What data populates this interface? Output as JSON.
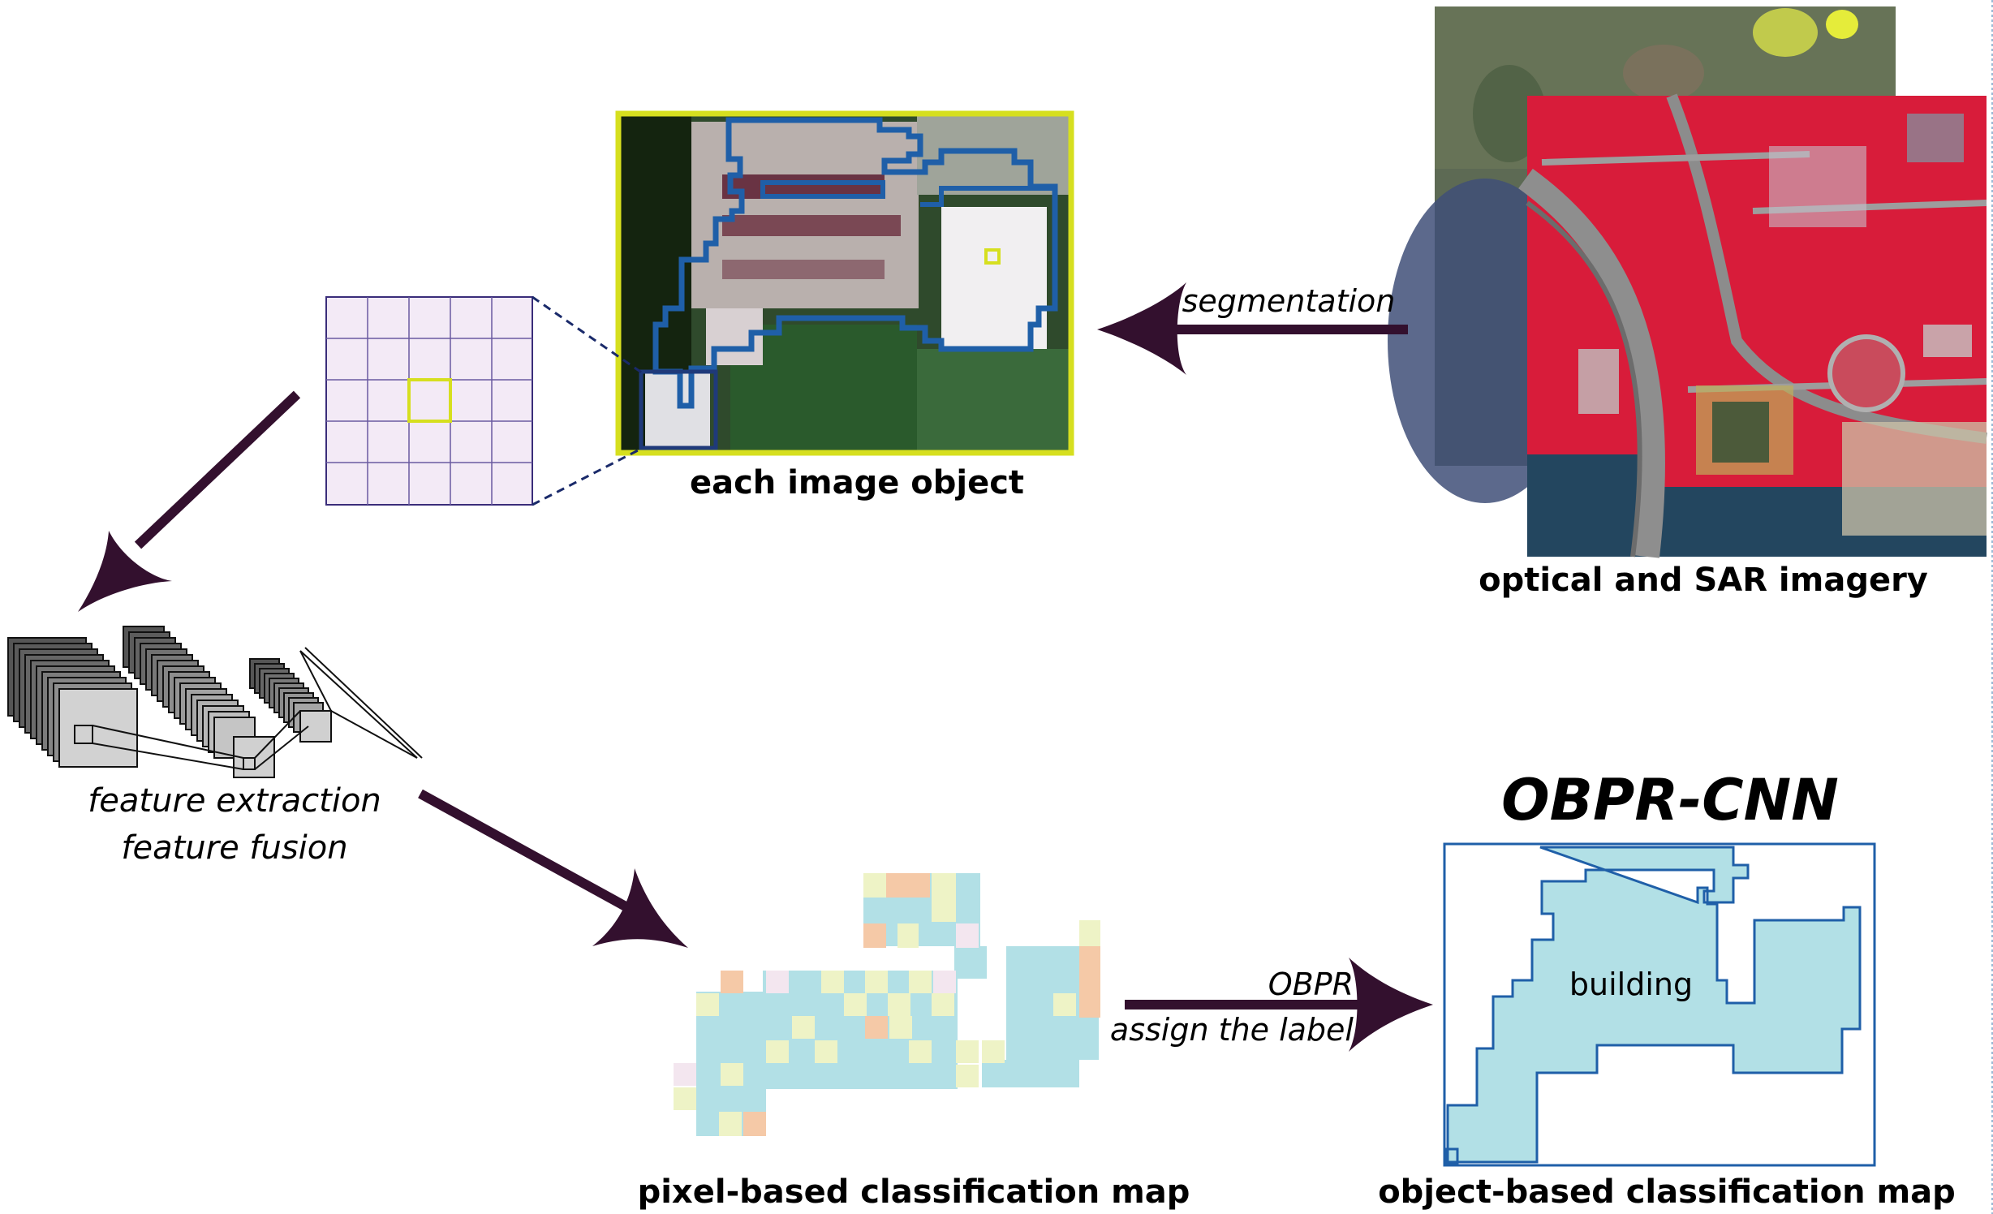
{
  "labels": {
    "image_object": "each image object",
    "imagery": "optical and SAR imagery",
    "segmentation": "segmentation",
    "feature_extraction": "feature extraction",
    "feature_fusion": "feature fusion",
    "pixel_map": "pixel-based classification map",
    "obpr": "OBPR",
    "assign_label": "assign the label",
    "object_map": "object-based classification map",
    "method_title": "OBPR-CNN",
    "building": "building"
  },
  "colors": {
    "arrow": "#33102e",
    "object_outline": "#1f5fa8",
    "frame_yellow": "#d6df1f",
    "building_fill": "#b2e0e6",
    "grid_line": "#3a2d7a",
    "grid_fill": "#f3eaf6"
  },
  "icons": {
    "sat_optical": "optical-satellite-image",
    "sat_sar": "false-color-satellite-image",
    "cnn": "cnn-feature-maps-icon"
  }
}
